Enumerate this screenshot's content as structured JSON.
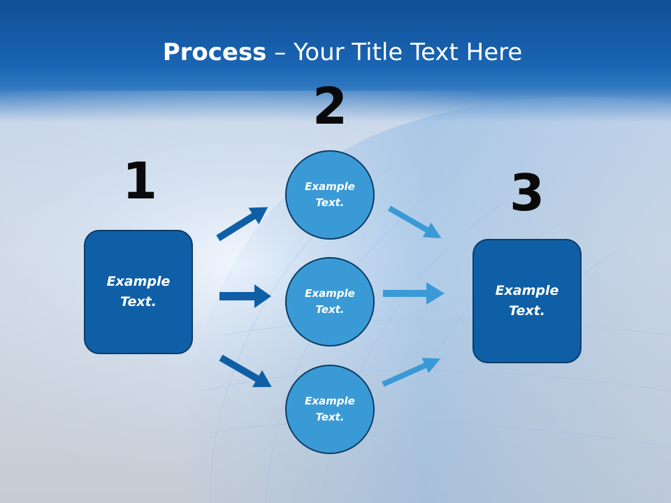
{
  "title": {
    "bold": "Process",
    "rest": " – Your Title Text Here"
  },
  "steps": [
    {
      "number": "1",
      "text": "Example\nText."
    },
    {
      "number": "2",
      "items": [
        "Example\nText.",
        "Example\nText.",
        "Example\nText."
      ]
    },
    {
      "number": "3",
      "text": "Example\nText."
    }
  ],
  "colors": {
    "box": "#0f5fa6",
    "circle": "#3a9ad6",
    "arrow_left": "#0f5fa6",
    "arrow_right": "#3a9ad6",
    "header": "#1a65b3"
  }
}
